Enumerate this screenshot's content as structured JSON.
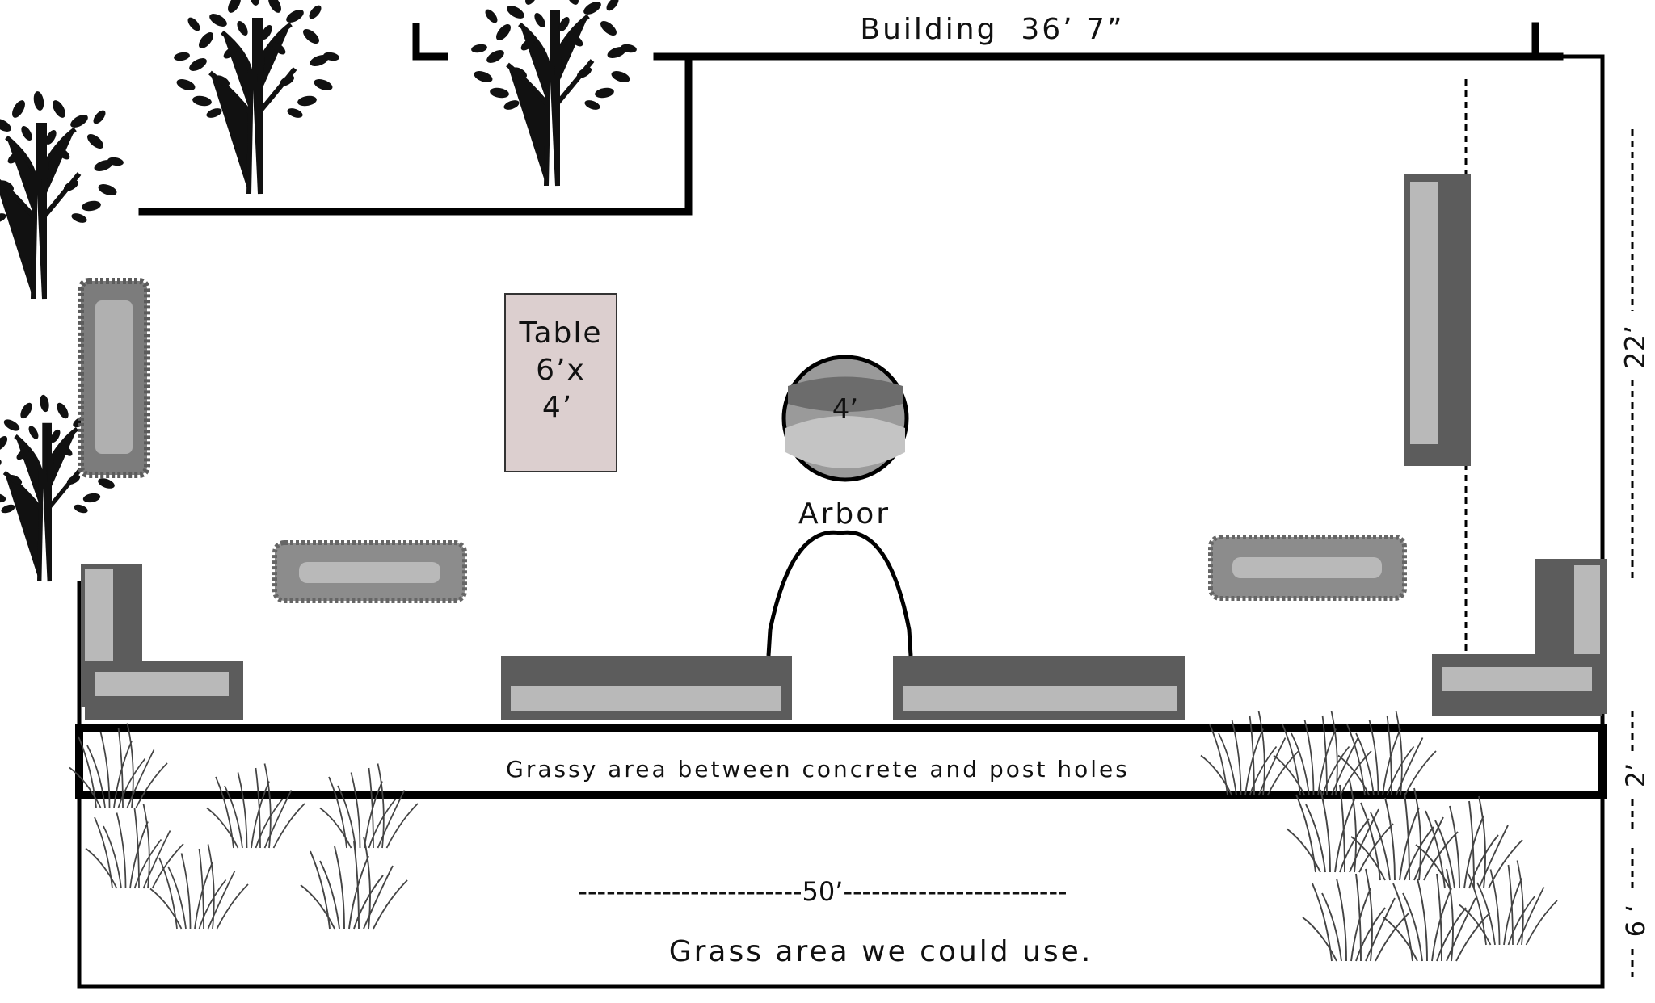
{
  "labels": {
    "building": "Building  36’ 7”",
    "table_line1": "Table",
    "table_line2": "6’x",
    "table_line3": "4’",
    "circle": "4’",
    "arbor": "Arbor",
    "grassy_strip": "Grassy area between concrete and post holes",
    "width_dim": "------------------------50’------------------------",
    "grass_area": "Grass area we could use.",
    "dim_22": "22’",
    "dim_2": "2’",
    "dim_6": "6 ‘"
  },
  "colors": {
    "line": "#000000",
    "table_fill": "#dccfcf",
    "hedge_dark": "#5c5c5c",
    "hedge_light": "#b9b9b9",
    "tree": "#111111",
    "grass": "#444444"
  },
  "icons": {
    "tree": "tree-icon",
    "hedge": "hedge-planter",
    "grass": "grass-tuft"
  }
}
